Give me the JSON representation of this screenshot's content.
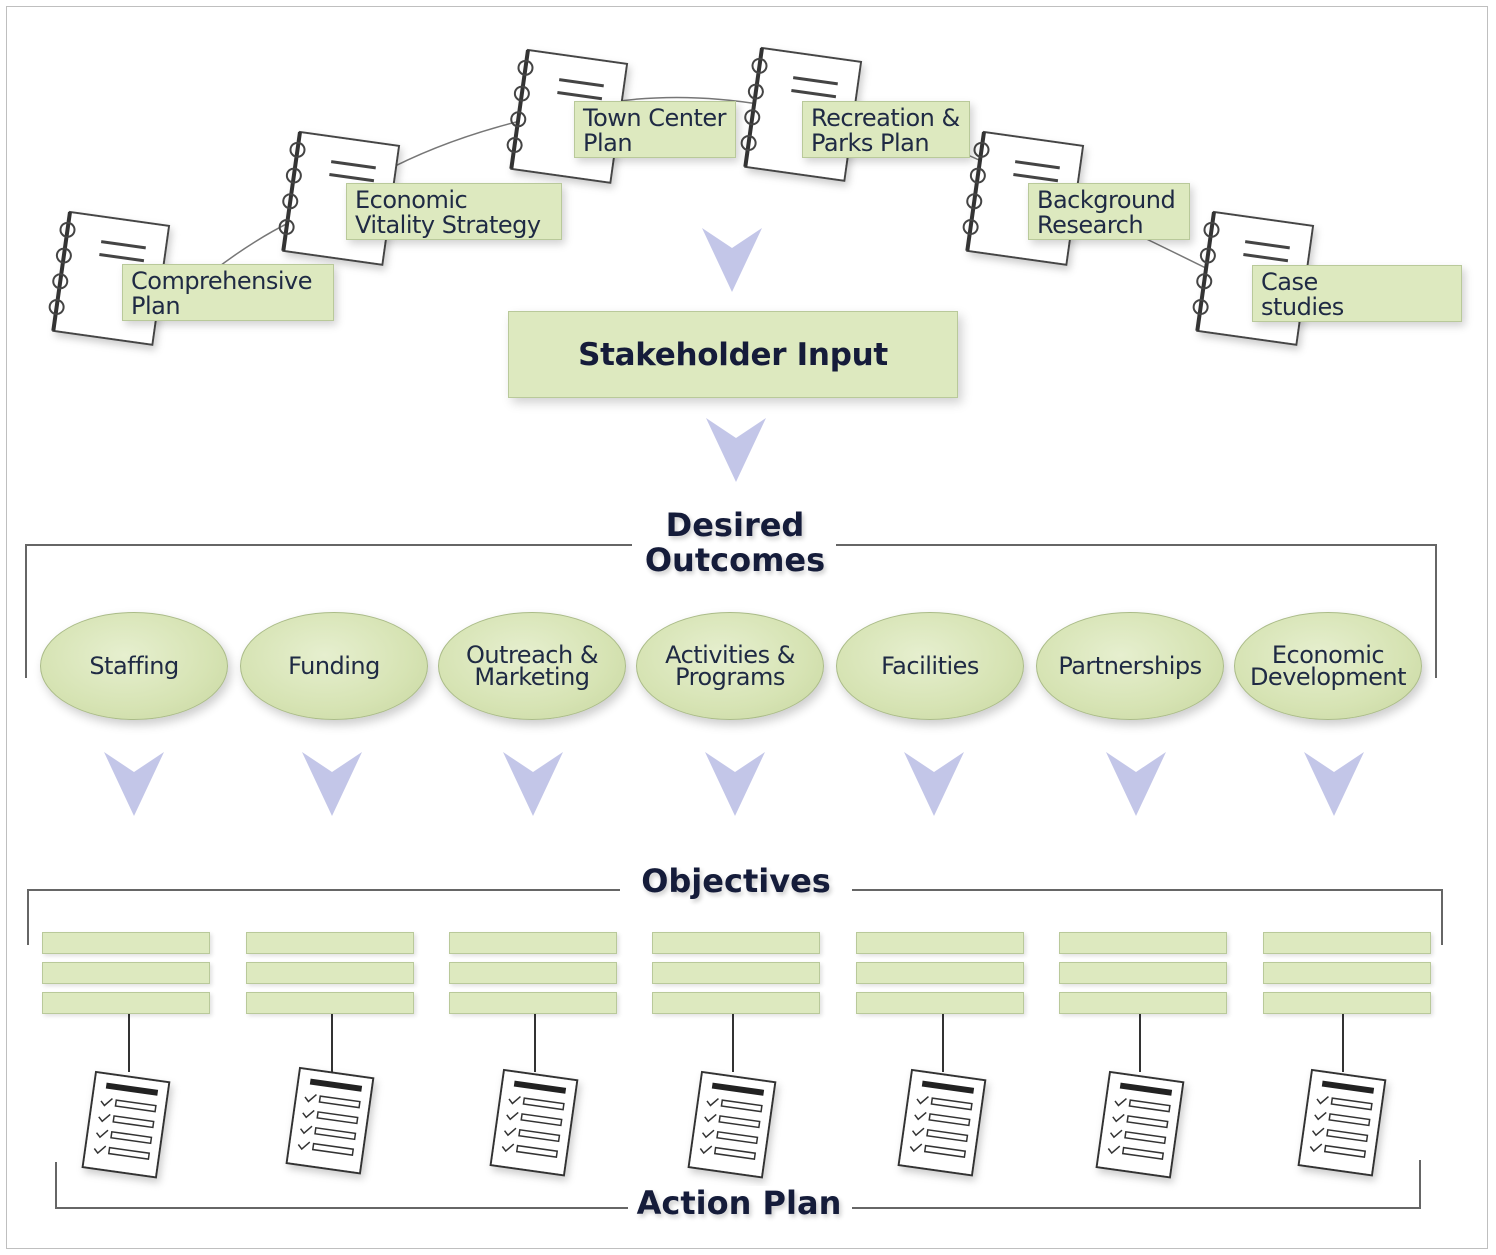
{
  "documents": [
    {
      "label": "Comprehensive\nPlan"
    },
    {
      "label": "Economic\nVitality Strategy"
    },
    {
      "label": "Town Center\nPlan"
    },
    {
      "label": "Recreation &\nParks Plan"
    },
    {
      "label": "Background\nResearch"
    },
    {
      "label": "Case\nstudies"
    }
  ],
  "stakeholder_input": "Stakeholder Input",
  "desired_outcomes_heading": "Desired\nOutcomes",
  "outcomes": [
    {
      "label": "Staffing"
    },
    {
      "label": "Funding"
    },
    {
      "label": "Outreach &\nMarketing"
    },
    {
      "label": "Activities &\nPrograms"
    },
    {
      "label": "Facilities"
    },
    {
      "label": "Partnerships"
    },
    {
      "label": "Economic\nDevelopment"
    }
  ],
  "objectives_heading": "Objectives",
  "action_plan_heading": "Action Plan",
  "colors": {
    "box_fill": "#dde9bf",
    "box_border": "#b9c99a",
    "arrow": "#c3c6e8",
    "text_dark": "#151c3a",
    "bracket": "#666666"
  },
  "icons": {
    "document": "spiral-notebook-icon",
    "arrow": "chevron-down-arrow-icon",
    "action": "checklist-icon"
  }
}
